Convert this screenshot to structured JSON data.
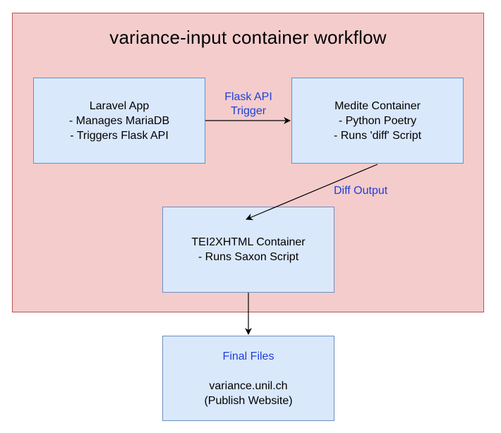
{
  "diagram": {
    "title": "variance-input container workflow",
    "nodes": {
      "laravel": {
        "title": "Laravel App",
        "lines": [
          "- Manages MariaDB",
          "- Triggers Flask API"
        ]
      },
      "medite": {
        "title": "Medite Container",
        "lines": [
          "- Python Poetry",
          "- Runs 'diff' Script"
        ]
      },
      "tei2xhtml": {
        "title": "TEI2XHTML Container",
        "lines": [
          "- Runs Saxon Script"
        ]
      },
      "final": {
        "title": "Final Files",
        "lines": [
          "variance.unil.ch",
          "(Publish Website)"
        ]
      }
    },
    "edges": {
      "laravel_to_medite": {
        "label_line1": "Flask API",
        "label_line2": "Trigger"
      },
      "medite_to_tei": {
        "label": "Diff Output"
      }
    },
    "colors": {
      "container_fill": "#f4cccc",
      "container_stroke": "#b85450",
      "node_fill": "#dae8fc",
      "node_stroke": "#6c8ebf",
      "label_blue": "#1f3fd6"
    }
  }
}
